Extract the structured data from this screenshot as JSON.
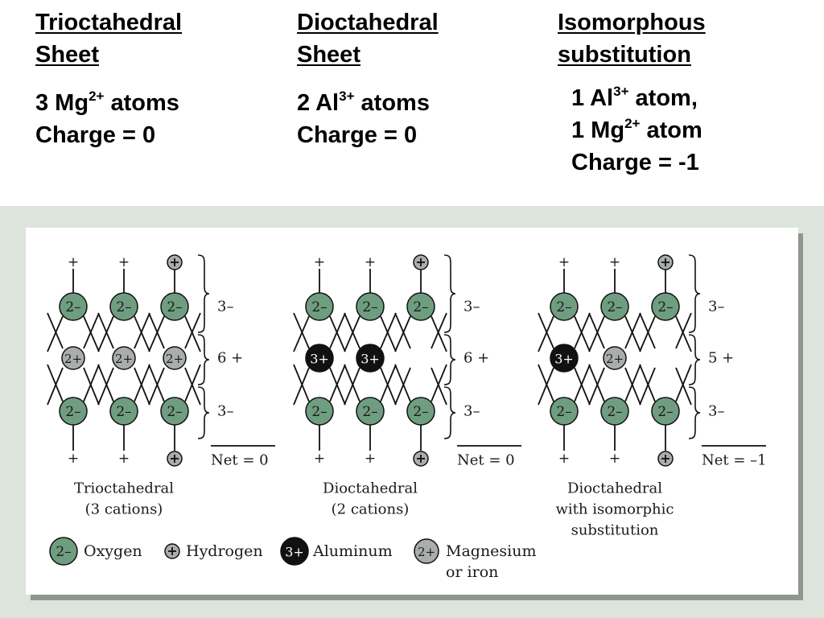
{
  "columns": [
    {
      "heading_1": "Trioctahedral",
      "heading_2": "Sheet",
      "cation_count": "3 Mg",
      "cation_charge": "2+",
      "atoms_word": " atoms",
      "charge_line": "Charge = 0"
    },
    {
      "heading_1": "Dioctahedral",
      "heading_2": "Sheet",
      "cation_count": "2 Al",
      "cation_charge": "3+",
      "atoms_word": " atoms",
      "charge_line": "Charge = 0"
    },
    {
      "heading_1": "Isomorphous",
      "heading_2": "substitution",
      "line_1_count": "1 Al",
      "line_1_charge": "3+",
      "line_1_word": " atom,",
      "line_2_count": "1 Mg",
      "line_2_charge": "2+",
      "line_2_word": " atom",
      "charge_line": "Charge = -1"
    }
  ],
  "structures": [
    {
      "label_1": "Trioctahedral",
      "label_2": "(3 cations)",
      "middle_cations": [
        "Mg",
        "Mg",
        "Mg"
      ],
      "layer_charges": [
        "3–",
        "6 +",
        "3–"
      ],
      "net": "Net = 0"
    },
    {
      "label_1": "Dioctahedral",
      "label_2": "(2 cations)",
      "middle_cations": [
        "Al",
        "Al",
        null
      ],
      "layer_charges": [
        "3–",
        "6 +",
        "3–"
      ],
      "net": "Net = 0"
    },
    {
      "label_1": "Dioctahedral",
      "label_2": "with isomorphic",
      "label_3": "substitution",
      "middle_cations": [
        "Al",
        "Mg",
        null
      ],
      "layer_charges": [
        "3–",
        "5 +",
        "3–"
      ],
      "net": "Net = –1"
    }
  ],
  "ion_labels": {
    "oxygen": "2–",
    "aluminum": "3+",
    "magnesium": "2+",
    "hydrogen": "+",
    "loose_charge": "+"
  },
  "legend": [
    {
      "key": "oxygen",
      "label": "Oxygen"
    },
    {
      "key": "hydrogen",
      "label": "Hydrogen"
    },
    {
      "key": "aluminum",
      "label": "Aluminum"
    },
    {
      "key": "magnesium",
      "label_1": "Magnesium",
      "label_2": "or iron"
    }
  ],
  "colors": {
    "oxygen": "#6f9d80",
    "magnesium": "#a9adab",
    "aluminum": "#111111",
    "hydrogen": "#a9adab",
    "panel_bg": "#dce4dc"
  }
}
